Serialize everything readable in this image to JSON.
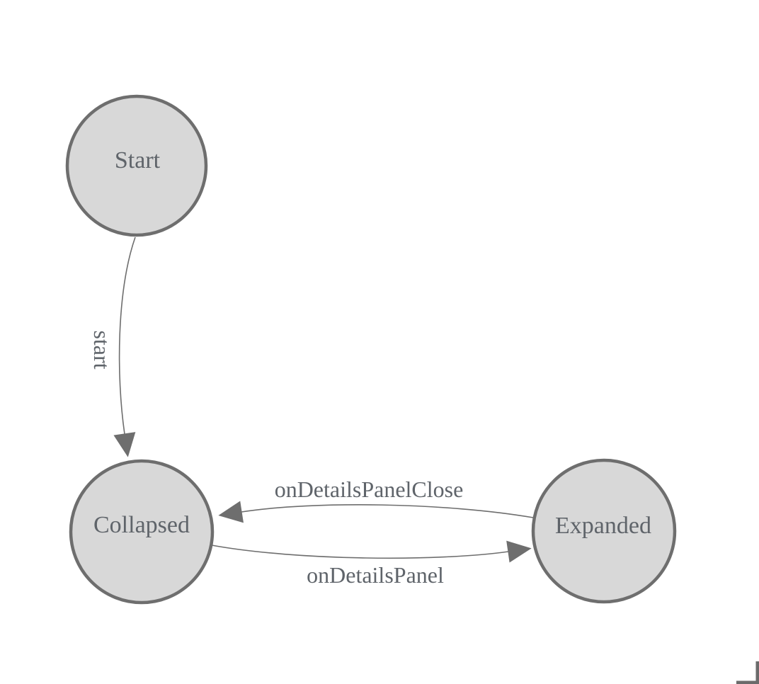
{
  "diagram": {
    "type": "state-machine",
    "colors": {
      "background": "#ffffff",
      "node_fill": "#d8d8d8",
      "node_border": "#6e6e6e",
      "edge_stroke": "#6e6e6e",
      "label_text": "#5f646a",
      "corner_mark": "#6b6b6b"
    },
    "nodes": [
      {
        "id": "start",
        "label": "Start"
      },
      {
        "id": "collapsed",
        "label": "Collapsed"
      },
      {
        "id": "expanded",
        "label": "Expanded"
      }
    ],
    "edges": [
      {
        "id": "start-transition",
        "label": "start",
        "from": "Start",
        "to": "Collapsed"
      },
      {
        "id": "on-details-panel-close",
        "label": "onDetailsPanelClose",
        "from": "Expanded",
        "to": "Collapsed"
      },
      {
        "id": "on-details-panel",
        "label": "onDetailsPanel",
        "from": "Collapsed",
        "to": "Expanded"
      }
    ],
    "icons": {
      "corner_mark": "canvas-corner-bracket"
    }
  }
}
